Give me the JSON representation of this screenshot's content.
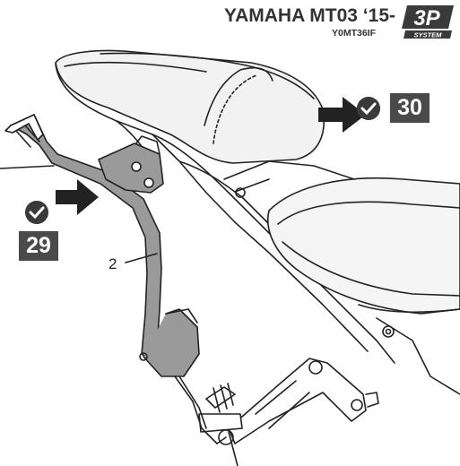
{
  "header": {
    "model_title": "YAMAHA MT03 ‘15-",
    "model_code": "Y0MT36IF",
    "logo_text": "3P",
    "logo_subtext": "SYSTEM"
  },
  "callouts": {
    "top_right_number": "30",
    "left_number": "29"
  },
  "part_labels": {
    "frame_part": "2"
  },
  "colors": {
    "line": "#222222",
    "callout_bg": "#4a4a4a",
    "frame_fill": "#9a9a9a",
    "seat_fill": "#f2f2f2"
  }
}
